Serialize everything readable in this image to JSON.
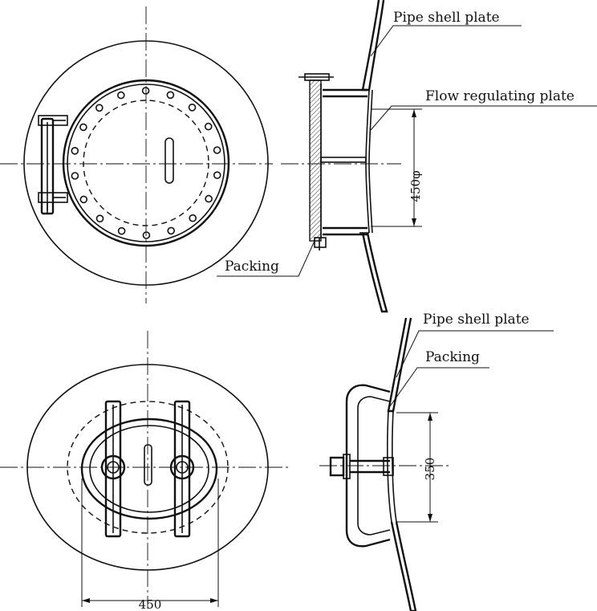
{
  "labels": {
    "pipe_shell_plate_top": "Pipe shell plate",
    "flow_regulating_plate": "Flow regulating plate",
    "packing_top": "Packing",
    "pipe_shell_plate_bottom": "Pipe shell plate",
    "packing_bottom": "Packing"
  },
  "dimensions": {
    "upper_side_dia": "450φ",
    "lower_side_height": "350",
    "lower_front_width": "450"
  }
}
